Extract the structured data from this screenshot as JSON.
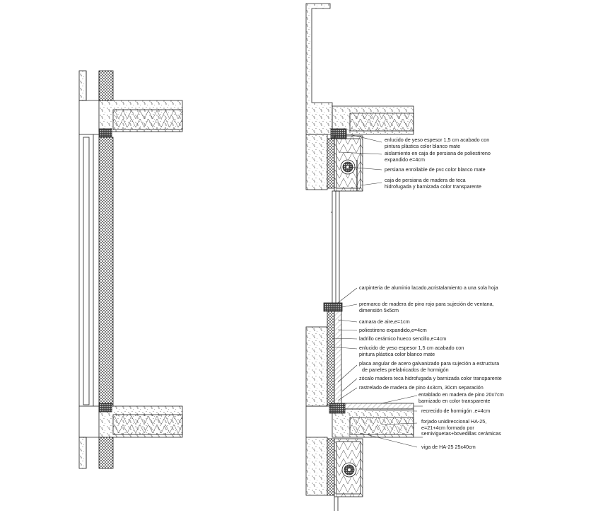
{
  "annotations": [
    {
      "id": "a1",
      "lines": [
        "enlucido de yeso espesor 1,5 cm acabado con",
        "pintura plástica color blanco mate"
      ]
    },
    {
      "id": "a2",
      "lines": [
        "aislamiento en caja de persiana de poliestireno",
        "expandido e=4cm"
      ]
    },
    {
      "id": "a3",
      "lines": [
        "persiana enrollable de pvc color blanco mate"
      ]
    },
    {
      "id": "a4",
      "lines": [
        "caja de persiana de madera de teca",
        "hidrofugada y barnizada color transparente"
      ]
    },
    {
      "id": "a5",
      "lines": [
        "carpinteria de aluminio lacado,acristalamiento a una sola hoja"
      ]
    },
    {
      "id": "a6",
      "lines": [
        "premarco de madera de pino rojo para sujeción de ventana,",
        "dimensión 5x5cm"
      ]
    },
    {
      "id": "a7",
      "lines": [
        "camara de aire,e=1cm"
      ]
    },
    {
      "id": "a8",
      "lines": [
        "poliestireno expandido,e=4cm"
      ]
    },
    {
      "id": "a9",
      "lines": [
        "ladrillo cerámico hueco sencillo,e=4cm"
      ]
    },
    {
      "id": "a10",
      "lines": [
        "enlucido de yeso espesor 1,5 cm acabado con",
        "pintura plástica color blanco mate"
      ]
    },
    {
      "id": "a11",
      "lines": [
        "placa angular de acero galvanizado para sujeción a estructura",
        "de paneles prefabricados de hormigón"
      ]
    },
    {
      "id": "a12",
      "lines": [
        "zócalo madera teca hidrofugada y barnizada color transparente"
      ]
    },
    {
      "id": "a13",
      "lines": [
        "rastrelado de madera de pino 4x3cm, 30cm separación"
      ]
    },
    {
      "id": "a14",
      "lines": [
        "entablado en madera de pino 20x7cm",
        "barnizado en color transparente"
      ]
    },
    {
      "id": "a15",
      "lines": [
        "recrecido de hormigón ,e=4cm"
      ]
    },
    {
      "id": "a16",
      "lines": [
        "forjado unidireccional HA-25,",
        "e=21+4cm formado por",
        "semiviguetas+bovedillas cerámicas"
      ]
    },
    {
      "id": "a17",
      "lines": [
        "viga de HA-25  25x40cm"
      ]
    }
  ]
}
